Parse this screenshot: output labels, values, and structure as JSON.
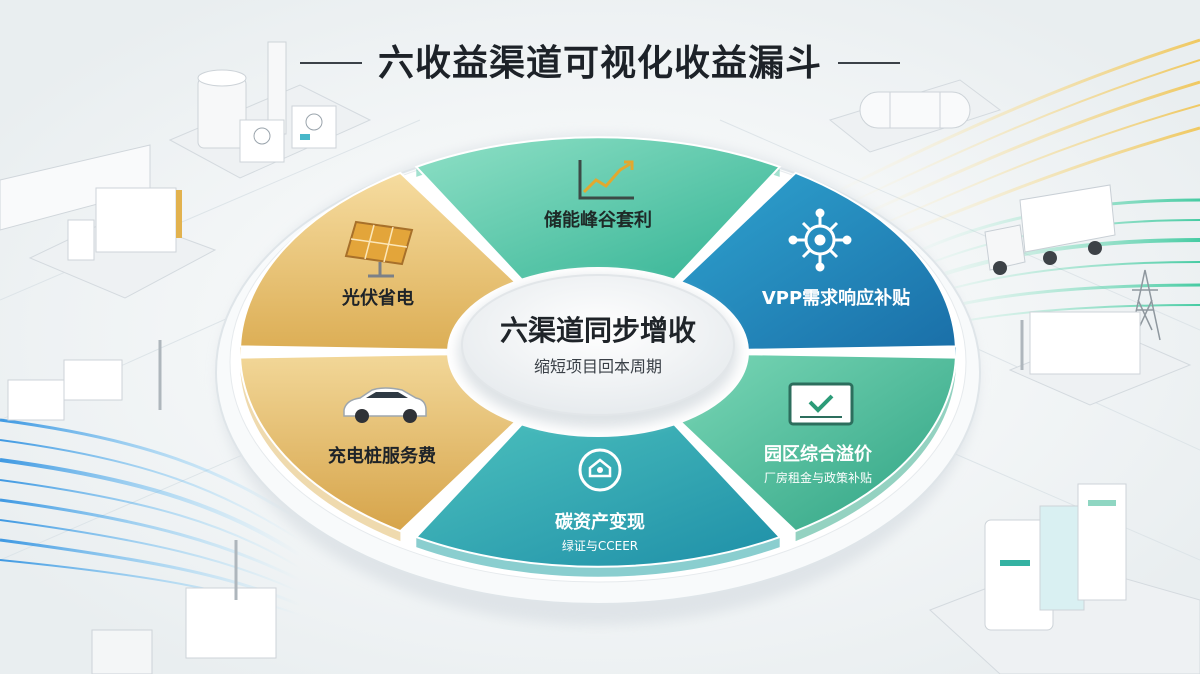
{
  "title": "六收益渠道可视化收益漏斗",
  "center": {
    "title": "六渠道同步增收",
    "subtitle": "缩短项目回本周期"
  },
  "segments": [
    {
      "label": "储能峰谷套利",
      "sublabel": "",
      "icon": "line-chart-icon",
      "color": "#57c9a8"
    },
    {
      "label": "VPP需求响应补贴",
      "sublabel": "",
      "icon": "network-hub-icon",
      "color": "#1f86b9"
    },
    {
      "label": "园区综合溢价",
      "sublabel": "厂房租金与政策补贴",
      "icon": "certificate-icon",
      "color": "#3dad8e"
    },
    {
      "label": "碳资产变现",
      "sublabel": "绿证与CCEER",
      "icon": "carbon-badge-icon",
      "color": "#2aa6a8"
    },
    {
      "label": "充电桩服务费",
      "sublabel": "",
      "icon": "car-icon",
      "color": "#e1bb6b"
    },
    {
      "label": "光伏省电",
      "sublabel": "",
      "icon": "solar-panel-icon",
      "color": "#ecc979"
    }
  ]
}
